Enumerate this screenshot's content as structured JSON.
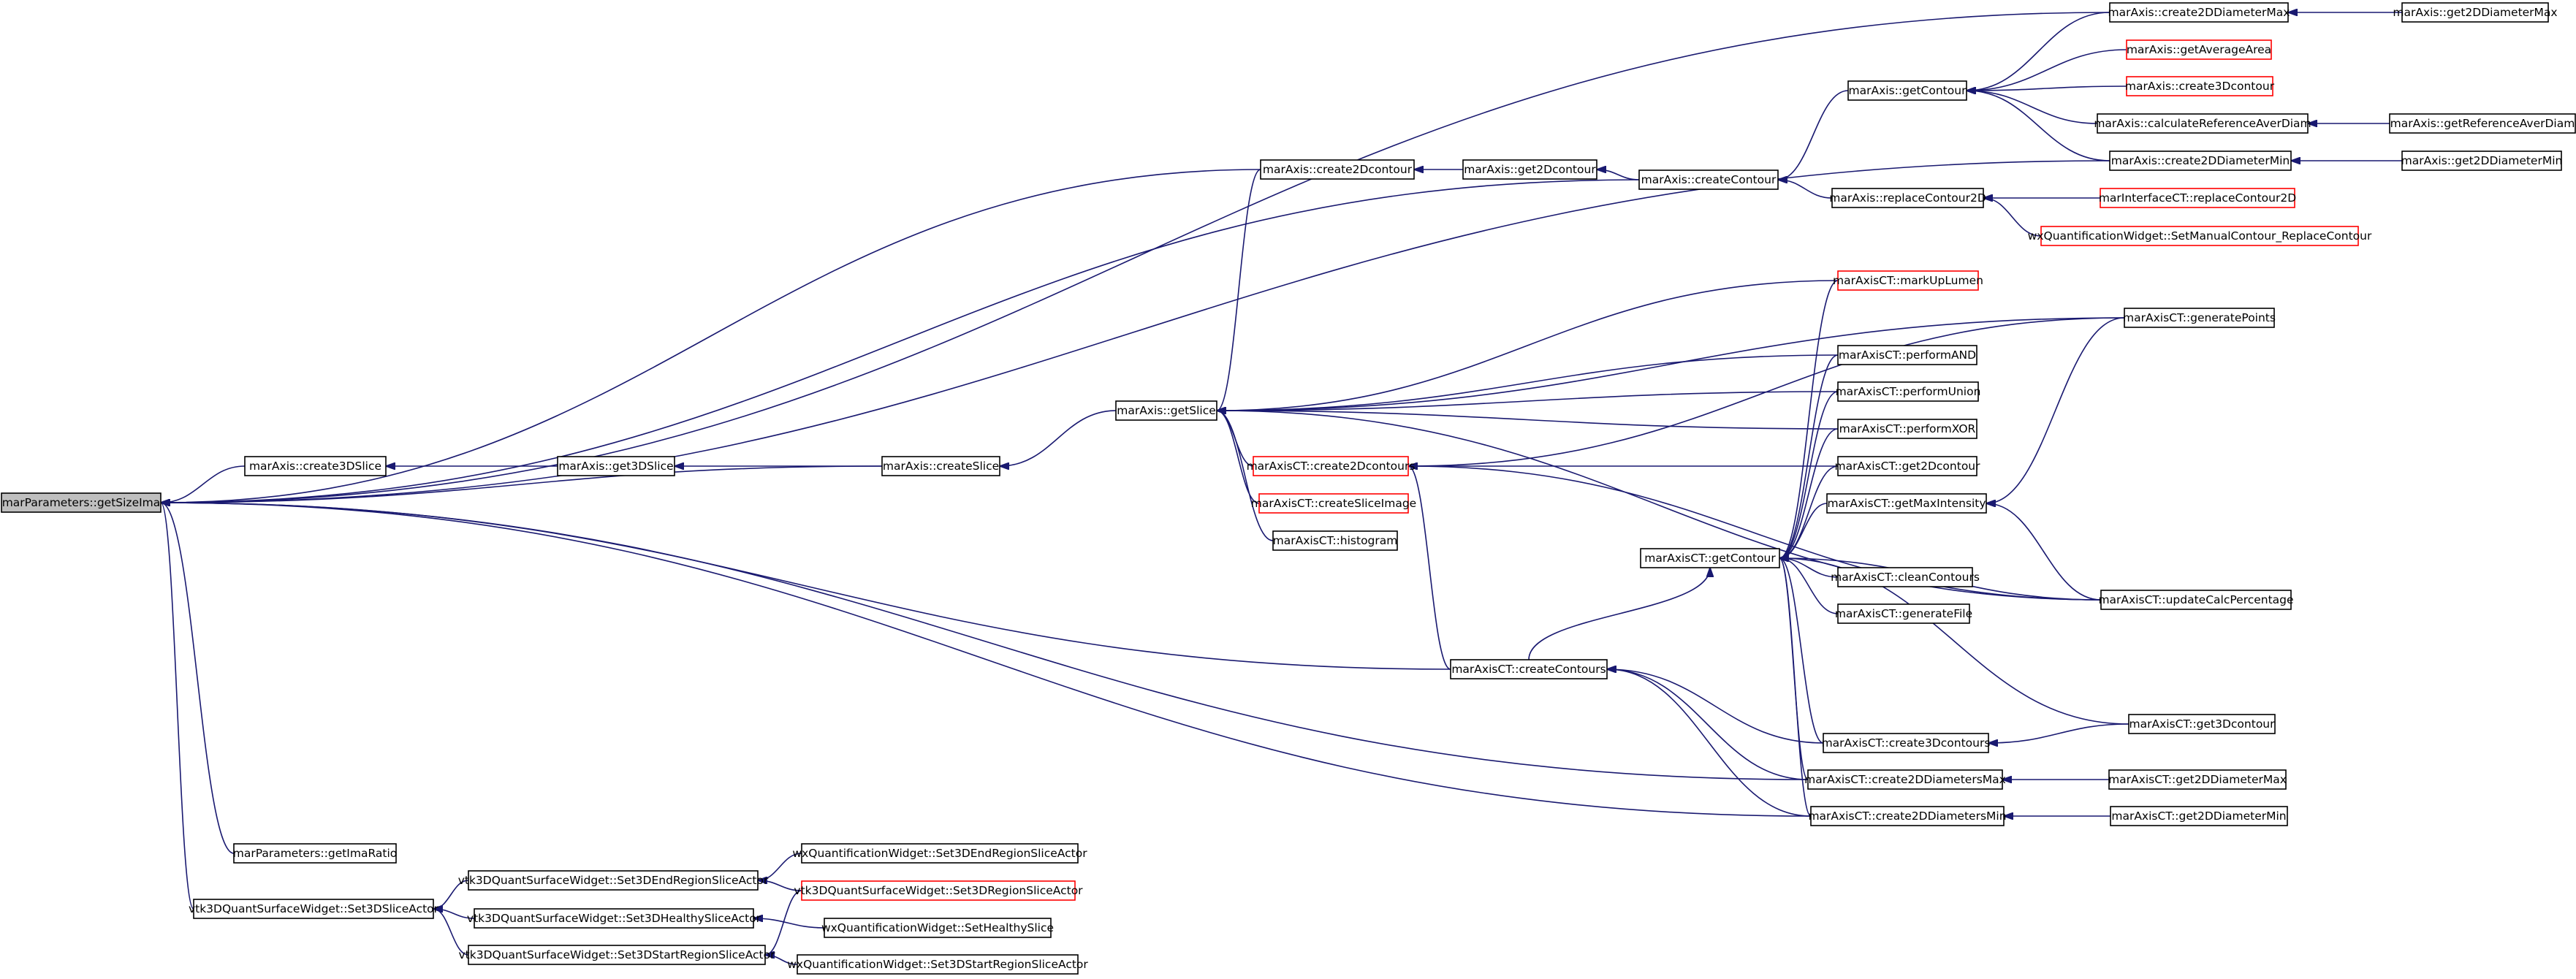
{
  "colors": {
    "edge": "#191970",
    "node_border": "#000000",
    "node_border_incomplete": "#ff0000",
    "root_fill": "#bfbfbf"
  },
  "nodes": [
    {
      "id": "n0",
      "label": "marParameters::getSizeIma",
      "style": "root"
    },
    {
      "id": "n1",
      "label": "marAxis::create3DSlice"
    },
    {
      "id": "n2",
      "label": "marAxis::get3DSlice"
    },
    {
      "id": "n3",
      "label": "marAxis::createSlice"
    },
    {
      "id": "n4",
      "label": "marAxis::getSlice"
    },
    {
      "id": "n5",
      "label": "marAxis::create2Dcontour"
    },
    {
      "id": "n6",
      "label": "marAxis::get2Dcontour"
    },
    {
      "id": "n7",
      "label": "marAxis::createContour"
    },
    {
      "id": "n8",
      "label": "marAxis::getContour"
    },
    {
      "id": "n9",
      "label": "marAxis::create2DDiameterMax"
    },
    {
      "id": "n10",
      "label": "marAxis::get2DDiameterMax"
    },
    {
      "id": "n11",
      "label": "marAxis::getAverageArea",
      "style": "red"
    },
    {
      "id": "n12",
      "label": "marAxis::create3Dcontour",
      "style": "red"
    },
    {
      "id": "n13",
      "label": "marAxis::calculateReferenceAverDiam"
    },
    {
      "id": "n14",
      "label": "marAxis::getReferenceAverDiam"
    },
    {
      "id": "n15",
      "label": "marAxis::create2DDiameterMin"
    },
    {
      "id": "n16",
      "label": "marAxis::get2DDiameterMin"
    },
    {
      "id": "n17",
      "label": "marAxis::replaceContour2D"
    },
    {
      "id": "n18",
      "label": "marInterfaceCT::replaceContour2D",
      "style": "red"
    },
    {
      "id": "n19",
      "label": "wxQuantificationWidget::SetManualContour_ReplaceContour",
      "style": "red"
    },
    {
      "id": "n20",
      "label": "marAxisCT::markUpLumen",
      "style": "red"
    },
    {
      "id": "n21",
      "label": "marAxisCT::generatePoints"
    },
    {
      "id": "n22",
      "label": "marAxisCT::performAND"
    },
    {
      "id": "n23",
      "label": "marAxisCT::performUnion"
    },
    {
      "id": "n24",
      "label": "marAxisCT::performXOR"
    },
    {
      "id": "n25",
      "label": "marAxisCT::create2Dcontours",
      "style": "red"
    },
    {
      "id": "n26",
      "label": "marAxisCT::createSliceImage",
      "style": "red"
    },
    {
      "id": "n27",
      "label": "marAxisCT::histogram"
    },
    {
      "id": "n28",
      "label": "marAxisCT::get2Dcontour"
    },
    {
      "id": "n29",
      "label": "marAxisCT::getMaxIntensity"
    },
    {
      "id": "n30",
      "label": "marAxisCT::getContour"
    },
    {
      "id": "n31",
      "label": "marAxisCT::cleanContours"
    },
    {
      "id": "n32",
      "label": "marAxisCT::generateFile"
    },
    {
      "id": "n33",
      "label": "marAxisCT::updateCalcPercentage"
    },
    {
      "id": "n34",
      "label": "marAxisCT::createContours"
    },
    {
      "id": "n35",
      "label": "marAxisCT::get3Dcontour"
    },
    {
      "id": "n36",
      "label": "marAxisCT::create3Dcontours"
    },
    {
      "id": "n37",
      "label": "marAxisCT::create2DDiametersMax"
    },
    {
      "id": "n38",
      "label": "marAxisCT::get2DDiameterMax"
    },
    {
      "id": "n39",
      "label": "marAxisCT::create2DDiametersMin"
    },
    {
      "id": "n40",
      "label": "marAxisCT::get2DDiameterMin"
    },
    {
      "id": "n41",
      "label": "marParameters::getImaRatio"
    },
    {
      "id": "n42",
      "label": "vtk3DQuantSurfaceWidget::Set3DSliceActor"
    },
    {
      "id": "n43",
      "label": "vtk3DQuantSurfaceWidget::Set3DEndRegionSliceActor"
    },
    {
      "id": "n44",
      "label": "wxQuantificationWidget::Set3DEndRegionSliceActor"
    },
    {
      "id": "n45",
      "label": "vtk3DQuantSurfaceWidget::Set3DRegionSliceActor",
      "style": "red"
    },
    {
      "id": "n46",
      "label": "vtk3DQuantSurfaceWidget::Set3DHealthySliceActor"
    },
    {
      "id": "n47",
      "label": "wxQuantificationWidget::SetHealthySlice"
    },
    {
      "id": "n48",
      "label": "vtk3DQuantSurfaceWidget::Set3DStartRegionSliceActor"
    },
    {
      "id": "n49",
      "label": "wxQuantificationWidget::Set3DStartRegionSliceActor"
    }
  ],
  "edges": [
    {
      "from": "n1",
      "to": "n0"
    },
    {
      "from": "n3",
      "to": "n0"
    },
    {
      "from": "n5",
      "to": "n0"
    },
    {
      "from": "n7",
      "to": "n0"
    },
    {
      "from": "n9",
      "to": "n0"
    },
    {
      "from": "n15",
      "to": "n0"
    },
    {
      "from": "n34",
      "to": "n0"
    },
    {
      "from": "n37",
      "to": "n0"
    },
    {
      "from": "n39",
      "to": "n0"
    },
    {
      "from": "n41",
      "to": "n0"
    },
    {
      "from": "n42",
      "to": "n0"
    },
    {
      "from": "n2",
      "to": "n1"
    },
    {
      "from": "n3",
      "to": "n2"
    },
    {
      "from": "n4",
      "to": "n3"
    },
    {
      "from": "n5",
      "to": "n4"
    },
    {
      "from": "n20",
      "to": "n4"
    },
    {
      "from": "n21",
      "to": "n4"
    },
    {
      "from": "n22",
      "to": "n4"
    },
    {
      "from": "n23",
      "to": "n4"
    },
    {
      "from": "n24",
      "to": "n4"
    },
    {
      "from": "n25",
      "to": "n4"
    },
    {
      "from": "n26",
      "to": "n4"
    },
    {
      "from": "n27",
      "to": "n4"
    },
    {
      "from": "n33",
      "to": "n4"
    },
    {
      "from": "n6",
      "to": "n5"
    },
    {
      "from": "n7",
      "to": "n6"
    },
    {
      "from": "n8",
      "to": "n7"
    },
    {
      "from": "n17",
      "to": "n7"
    },
    {
      "from": "n9",
      "to": "n8"
    },
    {
      "from": "n11",
      "to": "n8"
    },
    {
      "from": "n12",
      "to": "n8"
    },
    {
      "from": "n13",
      "to": "n8"
    },
    {
      "from": "n15",
      "to": "n8"
    },
    {
      "from": "n10",
      "to": "n9"
    },
    {
      "from": "n14",
      "to": "n13"
    },
    {
      "from": "n16",
      "to": "n15"
    },
    {
      "from": "n18",
      "to": "n17"
    },
    {
      "from": "n19",
      "to": "n17"
    },
    {
      "from": "n21",
      "to": "n25"
    },
    {
      "from": "n28",
      "to": "n25"
    },
    {
      "from": "n33",
      "to": "n25"
    },
    {
      "from": "n34",
      "to": "n25"
    },
    {
      "from": "n20",
      "to": "n30"
    },
    {
      "from": "n22",
      "to": "n30"
    },
    {
      "from": "n23",
      "to": "n30"
    },
    {
      "from": "n24",
      "to": "n30"
    },
    {
      "from": "n28",
      "to": "n30"
    },
    {
      "from": "n29",
      "to": "n30"
    },
    {
      "from": "n31",
      "to": "n30"
    },
    {
      "from": "n32",
      "to": "n30"
    },
    {
      "from": "n33",
      "to": "n30"
    },
    {
      "from": "n35",
      "to": "n30"
    },
    {
      "from": "n36",
      "to": "n30"
    },
    {
      "from": "n37",
      "to": "n30"
    },
    {
      "from": "n39",
      "to": "n30"
    },
    {
      "from": "n34",
      "to": "n30"
    },
    {
      "from": "n21",
      "to": "n29"
    },
    {
      "from": "n33",
      "to": "n29"
    },
    {
      "from": "n36",
      "to": "n34"
    },
    {
      "from": "n37",
      "to": "n34"
    },
    {
      "from": "n39",
      "to": "n34"
    },
    {
      "from": "n35",
      "to": "n36"
    },
    {
      "from": "n38",
      "to": "n37"
    },
    {
      "from": "n40",
      "to": "n39"
    },
    {
      "from": "n43",
      "to": "n42"
    },
    {
      "from": "n46",
      "to": "n42"
    },
    {
      "from": "n48",
      "to": "n42"
    },
    {
      "from": "n44",
      "to": "n43"
    },
    {
      "from": "n45",
      "to": "n43"
    },
    {
      "from": "n47",
      "to": "n46"
    },
    {
      "from": "n45",
      "to": "n48"
    },
    {
      "from": "n49",
      "to": "n48"
    }
  ]
}
